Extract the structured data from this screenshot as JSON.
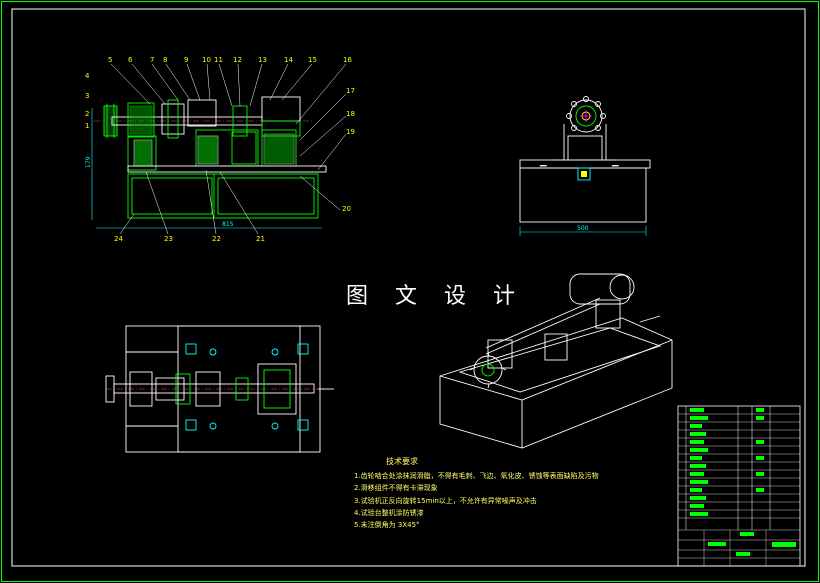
{
  "watermark": "图 文 设 计",
  "front_view": {
    "part_numbers_top": [
      "5",
      "6",
      "7",
      "8",
      "9",
      "10",
      "11",
      "12",
      "13",
      "14",
      "15",
      "16"
    ],
    "part_numbers_left": [
      "4",
      "3",
      "2",
      "1"
    ],
    "part_numbers_right": [
      "17",
      "18",
      "19",
      "20"
    ],
    "part_numbers_bottom": [
      "24",
      "23",
      "22",
      "21"
    ],
    "dim_height": "179",
    "dim_width": "815"
  },
  "side_view": {
    "dim_width": "500"
  },
  "tech_notes": {
    "title": "技术要求",
    "items": [
      "1.齿轮啮合处涂抹润滑脂，不得有毛刺、飞边、氧化皮、锈蚀等表面缺陷及污物",
      "2.滑移组件不得有卡滞现象",
      "3.试验机正反向旋转15min以上，不允许有异常噪声及冲击",
      "4.试验台整机涂防锈漆",
      "5.未注倒角为 3X45°"
    ]
  },
  "colors": {
    "background": "#000000",
    "line": "#ffffff",
    "part": "#00ff00",
    "label": "#ffff00",
    "hatch": "#00dd00",
    "dimension": "#00ffff",
    "accent": "#ff00ff"
  }
}
